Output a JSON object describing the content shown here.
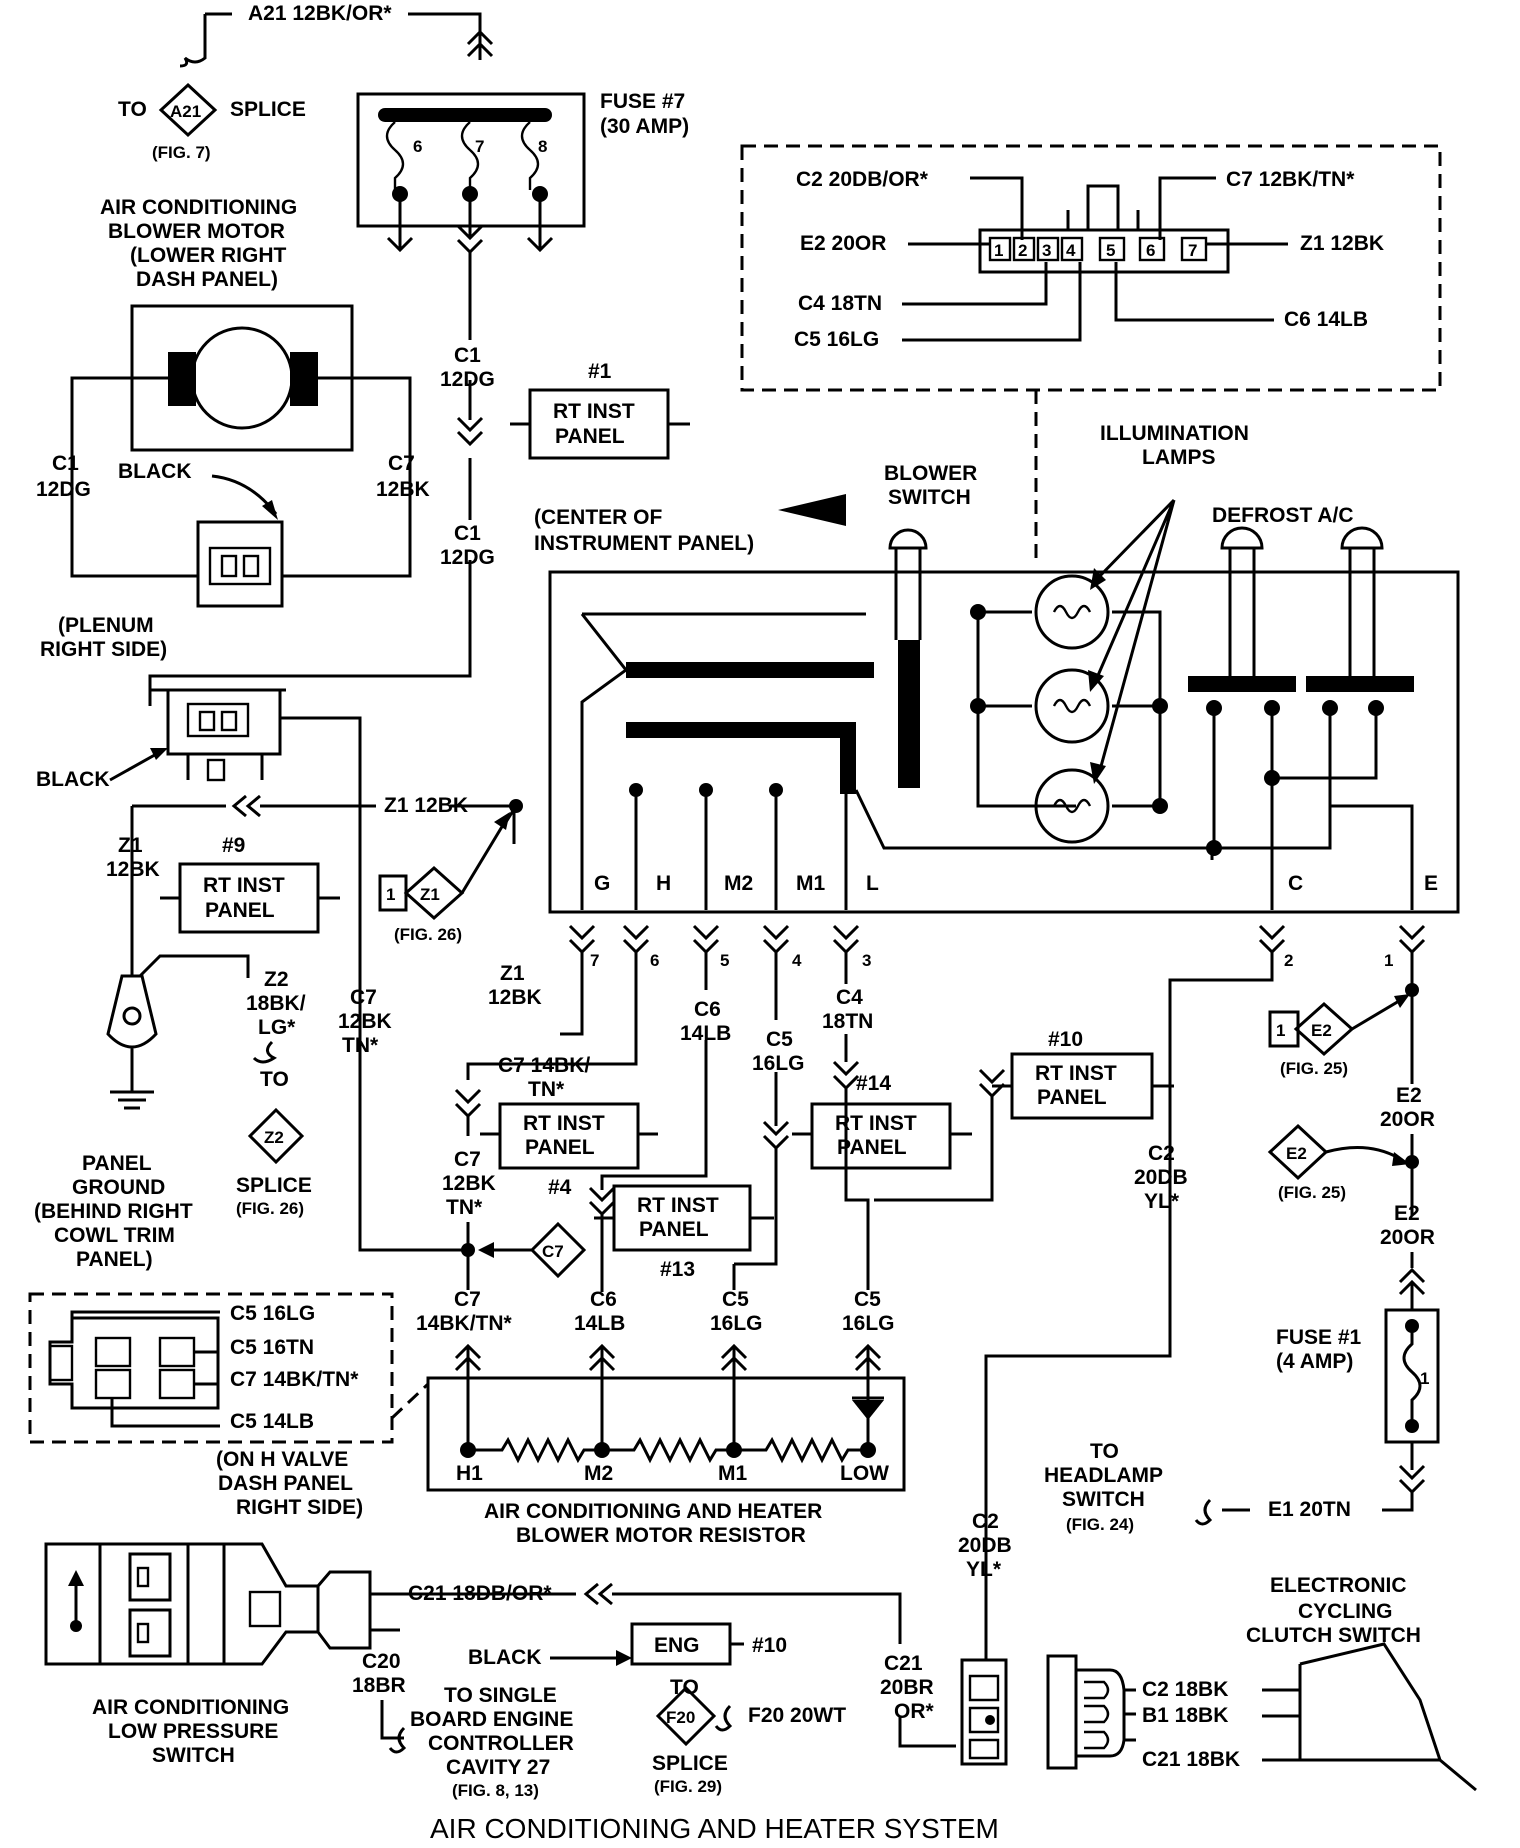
{
  "title": "AIR CONDITIONING AND HEATER SYSTEM",
  "top": {
    "wire_a21": "A21 12BK/OR*",
    "to": "TO",
    "a21_code": "A21",
    "splice": "SPLICE",
    "fig7": "(FIG. 7)",
    "fuse7": [
      "FUSE #7",
      "(30 AMP)"
    ],
    "fuse7_pins": [
      "6",
      "7",
      "8"
    ]
  },
  "blower_motor": {
    "label": [
      "AIR CONDITIONING",
      "BLOWER  MOTOR",
      "(LOWER RIGHT",
      "DASH PANEL)"
    ],
    "left_wire": [
      "C1",
      "12DG"
    ],
    "right_wire": [
      "C7",
      "12BK"
    ],
    "black": "BLACK",
    "plenum": [
      "(PLENUM",
      "RIGHT SIDE)"
    ],
    "black2": "BLACK"
  },
  "c1_wire": {
    "top": [
      "C1",
      "12DG"
    ],
    "bottom": [
      "C1",
      "12DG"
    ],
    "conn1": "#1",
    "rt_inst_panel": [
      "RT INST",
      "PANEL"
    ]
  },
  "connector_inset": {
    "wires_left": [
      "C2 20DB/OR*",
      "E2 20OR",
      "C4 18TN",
      "C5 16LG"
    ],
    "wires_right": [
      "C7 12BK/TN*",
      "Z1 12BK",
      "C6 14LB"
    ],
    "pins": [
      "1",
      "2",
      "3",
      "4",
      "5",
      "6",
      "7"
    ]
  },
  "switch": {
    "center": [
      "(CENTER OF",
      "INSTRUMENT PANEL)"
    ],
    "blower_switch": [
      "BLOWER",
      "SWITCH"
    ],
    "illumination": [
      "ILLUMINATION",
      "LAMPS"
    ],
    "defrost_ac": "DEFROST A/C",
    "terminals": [
      "G",
      "H",
      "M2",
      "M1",
      "L",
      "C",
      "E"
    ],
    "pin_numbers": [
      "7",
      "6",
      "5",
      "4",
      "3",
      "2",
      "1"
    ]
  },
  "ground": {
    "z1_wire": "Z1 12BK",
    "z1_left": [
      "Z1",
      "12BK"
    ],
    "conn9": "#9",
    "rt_inst_panel": [
      "RT INST",
      "PANEL"
    ],
    "z2": [
      "Z2",
      "18BK/",
      "LG*"
    ],
    "to": "TO",
    "z2_code": "Z2",
    "splice": [
      "SPLICE",
      "(FIG. 26)"
    ],
    "panel_ground": [
      "PANEL",
      "GROUND",
      "(BEHIND RIGHT",
      "COWL TRIM",
      "PANEL)"
    ],
    "z1_code": "Z1",
    "z1_num": "1",
    "fig26": "(FIG. 26)"
  },
  "mid_wires": {
    "c7_long": [
      "C7",
      "12BK",
      "TN*"
    ],
    "z1_mid": [
      "Z1",
      "12BK"
    ],
    "c7_14bk": [
      "C7 14BK/",
      "TN*"
    ],
    "c7_12bk": [
      "C7",
      "12BK",
      "TN*"
    ],
    "conn4": "#4",
    "rt_inst_panel4": [
      "RT INST",
      "PANEL"
    ],
    "c6": [
      "C6",
      "14LB"
    ],
    "c5": [
      "C5",
      "16LG"
    ],
    "c4": [
      "C4",
      "18TN"
    ],
    "conn14": "#14",
    "rt_inst_panel14": [
      "RT INST",
      "PANEL"
    ],
    "conn13": "#13",
    "rt_inst_panel13": [
      "RT INST",
      "PANEL"
    ],
    "conn10": "#10",
    "rt_inst_panel10": [
      "RT INST",
      "PANEL"
    ],
    "c7_code": "C7"
  },
  "resistor": {
    "wires": [
      [
        "C7",
        "14BK/TN*"
      ],
      [
        "C6",
        "14LB"
      ],
      [
        "C5",
        "16LG"
      ],
      [
        "C5",
        "16LG"
      ]
    ],
    "taps": [
      "H1",
      "M2",
      "M1",
      "LOW"
    ],
    "label": [
      "AIR CONDITIONING AND HEATER",
      "BLOWER MOTOR RESISTOR"
    ],
    "inset_wires": [
      "C5 16LG",
      "C5 16TN",
      "C7 14BK/TN*",
      "C5 14LB"
    ]
  },
  "right_side": {
    "e2_code": "E2",
    "e2_num": "1",
    "fig25a": "(FIG. 25)",
    "e2_wire_a": [
      "E2",
      "20OR"
    ],
    "e2_code_b": "E2",
    "fig25b": "(FIG. 25)",
    "e2_wire_b": [
      "E2",
      "20OR"
    ],
    "c2_wire": [
      "C2",
      "20DB",
      "YL*"
    ],
    "fuse1": [
      "FUSE #1",
      "(4 AMP)"
    ],
    "fuse1_pin": "1",
    "headlamp": [
      "TO",
      "HEADLAMP",
      "SWITCH",
      "(FIG. 24)"
    ],
    "e1_wire": "E1 20TN"
  },
  "bottom": {
    "valve": [
      "(ON H VALVE",
      "DASH PANEL",
      "RIGHT SIDE)"
    ],
    "low_pressure": [
      "AIR CONDITIONING",
      "LOW PRESSURE",
      "SWITCH"
    ],
    "c21_wire": "C21 18DB/OR*",
    "c20": [
      "C20",
      "18BR"
    ],
    "black": "BLACK",
    "eng": "ENG",
    "conn10": "#10",
    "to": "TO",
    "sbec": [
      "TO SINGLE",
      "BOARD ENGINE",
      "CONTROLLER",
      "CAVITY 27",
      "(FIG. 8, 13)"
    ],
    "c21_right": [
      "C21",
      "20BR",
      "OR*"
    ],
    "f20_code": "F20",
    "f20_wire": "F20 20WT",
    "splice": [
      "SPLICE",
      "(FIG. 29)"
    ],
    "c2_bottom": [
      "C2",
      "20DB",
      "YL*"
    ],
    "clutch": [
      "ELECTRONIC",
      "CYCLING",
      "CLUTCH SWITCH"
    ],
    "clutch_wires": [
      "C2 18BK",
      "B1 18BK",
      "C21 18BK"
    ]
  }
}
